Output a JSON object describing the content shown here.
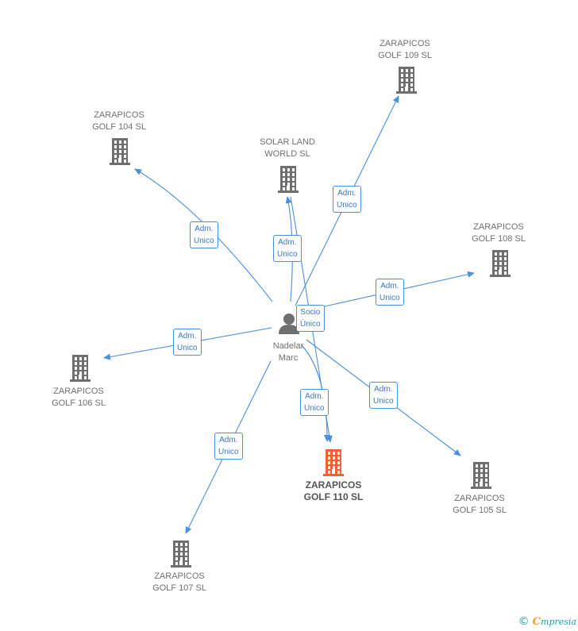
{
  "colors": {
    "edge": "#4a8fe0",
    "building_default": "#6f6f6f",
    "building_highlight": "#f26033",
    "person": "#6f6f6f"
  },
  "nodes": [
    {
      "id": "person",
      "type": "person",
      "label": "Nadelar\nMarc"
    },
    {
      "id": "golf110",
      "type": "company",
      "highlight": true,
      "label": "ZARAPICOS\nGOLF 110 SL"
    },
    {
      "id": "solar",
      "type": "company",
      "label": "SOLAR LAND\nWORLD SL"
    },
    {
      "id": "golf109",
      "type": "company",
      "label": "ZARAPICOS\nGOLF 109 SL"
    },
    {
      "id": "golf104",
      "type": "company",
      "label": "ZARAPICOS\nGOLF 104 SL"
    },
    {
      "id": "golf108",
      "type": "company",
      "label": "ZARAPICOS\nGOLF 108 SL"
    },
    {
      "id": "golf106",
      "type": "company",
      "label": "ZARAPICOS\nGOLF 106 SL"
    },
    {
      "id": "golf105",
      "type": "company",
      "label": "ZARAPICOS\nGOLF 105 SL"
    },
    {
      "id": "golf107",
      "type": "company",
      "label": "ZARAPICOS\nGOLF 107 SL"
    }
  ],
  "edges": [
    {
      "from": "person",
      "to": "golf104",
      "label": "Adm.\nUnico"
    },
    {
      "from": "person",
      "to": "solar",
      "label": "Adm.\nUnico"
    },
    {
      "from": "person",
      "to": "golf109",
      "label": "Adm.\nUnico"
    },
    {
      "from": "person",
      "to": "golf108",
      "label": "Adm.\nUnico"
    },
    {
      "from": "person",
      "to": "golf106",
      "label": "Adm.\nUnico"
    },
    {
      "from": "person",
      "to": "golf110",
      "label": "Adm.\nUnico"
    },
    {
      "from": "person",
      "to": "golf105",
      "label": "Adm.\nUnico"
    },
    {
      "from": "person",
      "to": "golf107",
      "label": "Adm.\nUnico"
    },
    {
      "from": "solar",
      "to": "golf110",
      "label": "Socio\nÚnico"
    }
  ],
  "brand": {
    "copyright": "©",
    "e": "C",
    "name": "mpresia"
  }
}
